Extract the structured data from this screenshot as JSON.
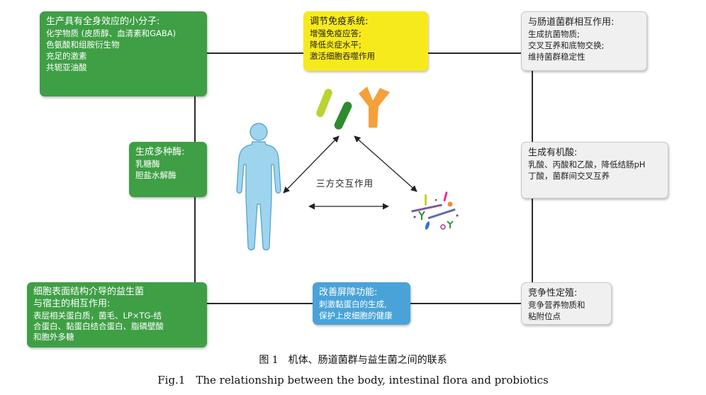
{
  "diagram": {
    "top_left": {
      "title": "生产具有全身效应的小分子:",
      "lines": [
        "化学物质 (皮质醇、血清素和GABA)",
        "色氨酸和组胺衍生物",
        "充足的激素",
        "共轭亚油酸"
      ]
    },
    "top_center": {
      "title": "调节免疫系统:",
      "lines": [
        "增强免疫应答;",
        "降低炎症水平;",
        "激活细胞吞噬作用"
      ]
    },
    "top_right": {
      "title": "与肠道菌群相互作用:",
      "lines": [
        "生成抗菌物质;",
        "交叉互养和底物交换;",
        "维持菌群稳定性"
      ]
    },
    "mid_left": {
      "title": "生成多种酶:",
      "lines": [
        "乳糖酶",
        "胆盐水解酶"
      ]
    },
    "mid_right": {
      "title": "生成有机酸:",
      "lines": [
        "乳酸、丙酸和乙酸，降低结肠pH",
        "丁酸，菌群间交叉互养"
      ]
    },
    "bottom_left": {
      "title": "细胞表面结构介导的益生菌",
      "lines": [
        "与宿主的相互作用:",
        "表层相关蛋白质，菌毛、LP×TG-结",
        "合蛋白、黏蛋白结合蛋白、脂磷壁酸",
        "和胞外多糖"
      ]
    },
    "bottom_center": {
      "title": "改善屏障功能:",
      "lines": [
        "刺激黏蛋白的生成,",
        "保护上皮细胞的健康"
      ]
    },
    "bottom_right": {
      "title": "竞争性定殖:",
      "lines": [
        "竞争营养物质和",
        "粘附位点"
      ]
    },
    "center_label": "三方交互作用"
  },
  "colors": {
    "green": "#3f9f45",
    "yellow": "#f7ea1c",
    "blue": "#4aa3d8",
    "gray_box": "#f0f0f1",
    "human": "#9fd4ee",
    "antibody": "#f5a03a"
  },
  "caption": {
    "cn": "图 1　机体、肠道菌群与益生菌之间的联系",
    "en": "Fig.1　The relationship between the body, intestinal flora and probiotics"
  }
}
